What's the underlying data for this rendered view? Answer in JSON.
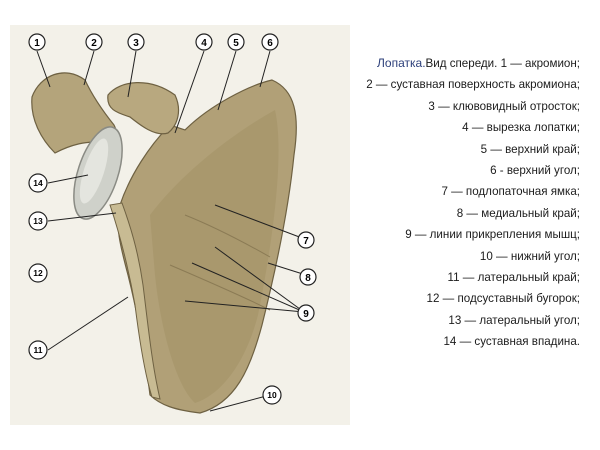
{
  "caption": {
    "title_word": "Лопатка.",
    "title_rest": "Вид спереди. 1 — акромион;",
    "lines": [
      "2 — суставная поверхность акромиона;",
      "3 — клювовидный отросток;",
      "4 — вырезка лопатки;",
      "5 — верхний край;",
      "6 - верхний угол;",
      "7 — подлопаточная ямка;",
      "8 — медиальный край;",
      "9 — линии прикрепления мышц;",
      "10 — нижний угол;",
      "11 — латеральный край;",
      "12 — подсуставный бугорок;",
      "13 — латеральный угол;",
      "14 — суставная впадина."
    ]
  },
  "figure": {
    "labels": [
      "1",
      "2",
      "3",
      "4",
      "5",
      "6",
      "7",
      "8",
      "9",
      "10",
      "11",
      "12",
      "13",
      "14"
    ]
  },
  "colors": {
    "background": "#f3f1e9",
    "bone": "#b7a77f",
    "bone_dark": "#7c6e4c",
    "cartilage": "#c9cbc4",
    "text": "#1c1c1c",
    "title_accent": "#2c3f7a"
  }
}
